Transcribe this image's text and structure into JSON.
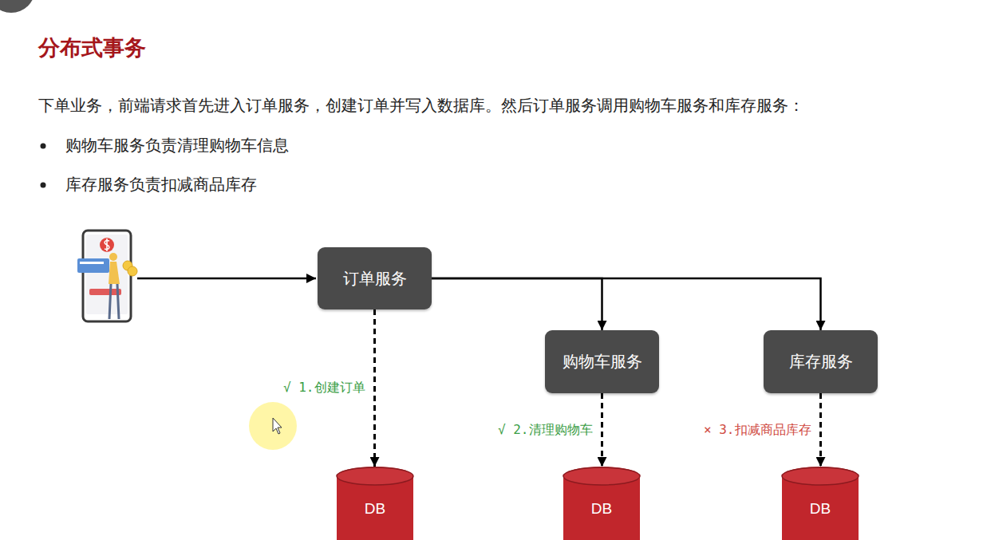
{
  "diagram": {
    "title": "分布式事务",
    "nodes": [
      {
        "text": [
          "订单服务"
        ]
      },
      {
        "text": [
          "购物车服务"
        ]
      },
      {
        "text": [
          "库存服务"
        ]
      },
      {
        "text": [
          "DB"
        ]
      },
      {
        "text": [
          "DB"
        ]
      },
      {
        "text": [
          "DB"
        ]
      }
    ],
    "edges": [
      {
        "from": 0,
        "to": 1,
        "arrow": "to"
      },
      {
        "from": 0,
        "to": 2,
        "arrow": "to"
      },
      {
        "from": 0,
        "to": 3,
        "label": "√ 1.创建订单",
        "arrow": "to"
      },
      {
        "from": 1,
        "to": 4,
        "label": "√ 2.清理购物车",
        "arrow": "to"
      },
      {
        "from": 2,
        "to": 5,
        "label": "× 3.扣减商品库存",
        "arrow": "to"
      }
    ],
    "labels": [
      "下单业务，前端请求首先进入订单服务，创建订单并写入数据库。然后订单服务调用购物车服务和库存服务：",
      "购物车服务负责清理购物车信息",
      "库存服务负责扣减商品库存"
    ]
  }
}
